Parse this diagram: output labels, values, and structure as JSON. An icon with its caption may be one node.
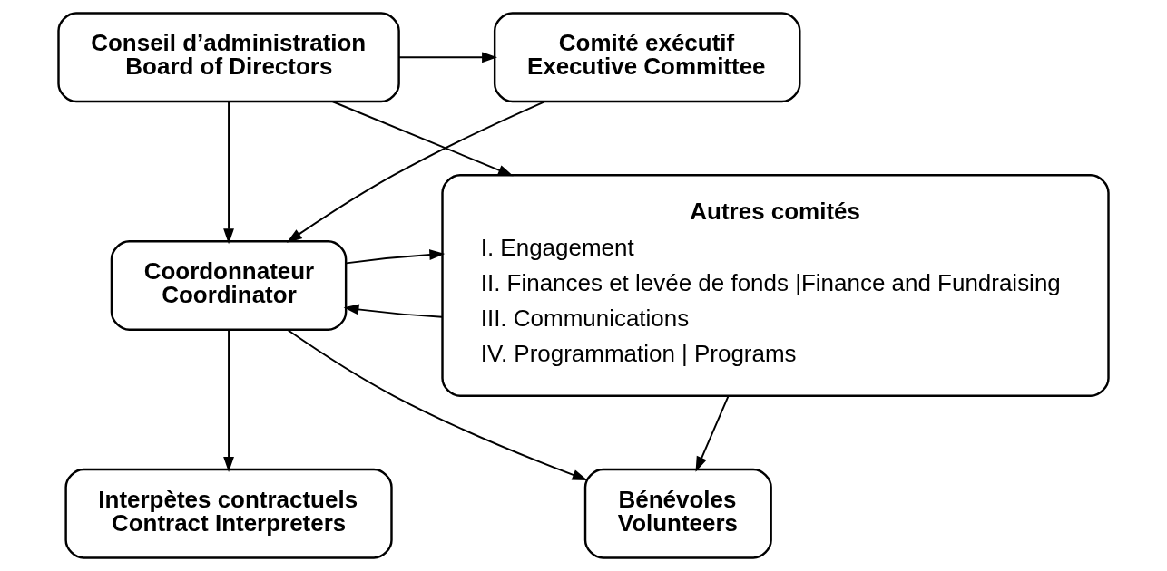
{
  "diagram": {
    "nodes": [
      {
        "text": [
          "Comité exécutif",
          "Executive Committee"
        ]
      },
      {
        "text": [
          "Conseil d’administration",
          "Board of Directors"
        ]
      },
      {
        "text": [
          "Coordonnateur",
          "Coordinator"
        ]
      },
      {
        "text": [
          "Autres comités",
          "I. Engagement",
          "II. Finances et levée de fonds |Finance and Fundraising",
          "III. Communications",
          "IV. Programmation | Programs"
        ]
      },
      {
        "text": [
          "Interpètes contractuels",
          "Contract Interpreters"
        ]
      },
      {
        "text": [
          "Bénévoles",
          "Volunteers"
        ]
      }
    ],
    "edges": [
      {
        "from": 1,
        "to": 0,
        "arrow": "to"
      },
      {
        "from": 1,
        "to": 3,
        "arrow": "to"
      },
      {
        "from": 1,
        "to": 2,
        "arrow": "to"
      },
      {
        "from": 0,
        "to": 2,
        "arrow": "to"
      },
      {
        "from": 3,
        "to": 2,
        "arrow": "to"
      },
      {
        "from": 2,
        "to": 3,
        "arrow": "to"
      },
      {
        "from": 2,
        "to": 4,
        "arrow": "to"
      },
      {
        "from": 2,
        "to": 5,
        "arrow": "to"
      },
      {
        "from": 3,
        "to": 5,
        "arrow": "to"
      }
    ]
  }
}
